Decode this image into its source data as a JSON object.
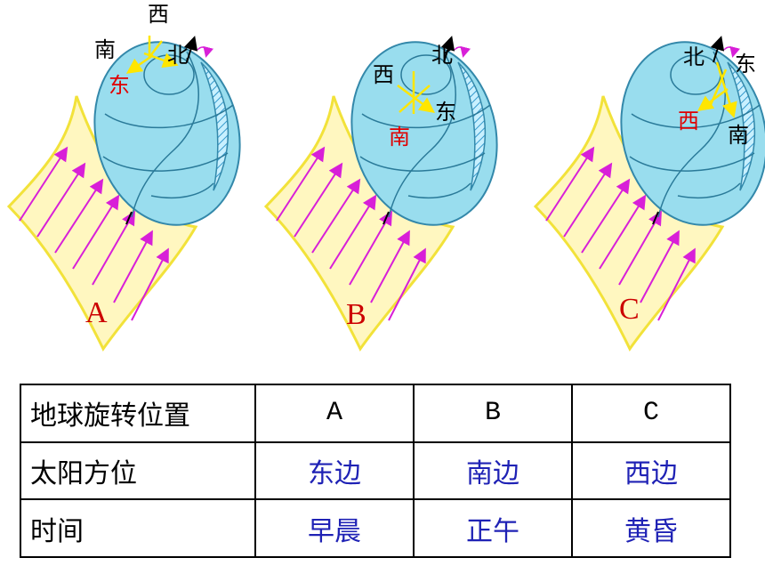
{
  "diagrams": [
    {
      "key": "A",
      "label": "A",
      "dirs": {
        "top": "西",
        "left": "南",
        "right": "北",
        "sun": "东"
      }
    },
    {
      "key": "B",
      "label": "B",
      "dirs": {
        "top": "北",
        "left": "西",
        "right": "东",
        "sun": "南"
      }
    },
    {
      "key": "C",
      "label": "C",
      "dirs": {
        "top": "北",
        "right": "东",
        "lower": "南",
        "sun": "西"
      }
    }
  ],
  "table": {
    "header": [
      "地球旋转位置",
      "A",
      "B",
      "C"
    ],
    "rows": [
      [
        "太阳方位",
        "东边",
        "南边",
        "西边"
      ],
      [
        "时间",
        "早晨",
        "正午",
        "黄昏"
      ]
    ]
  },
  "colors": {
    "globe_fill": "#99ddee",
    "globe_stroke": "#3388aa",
    "panel_fill": "#fff7c0",
    "panel_stroke": "#f2e23a",
    "ray": "#d81fd8",
    "cross": "#ffe600",
    "red_text": "#e00000",
    "table_value": "#1f22b5"
  }
}
